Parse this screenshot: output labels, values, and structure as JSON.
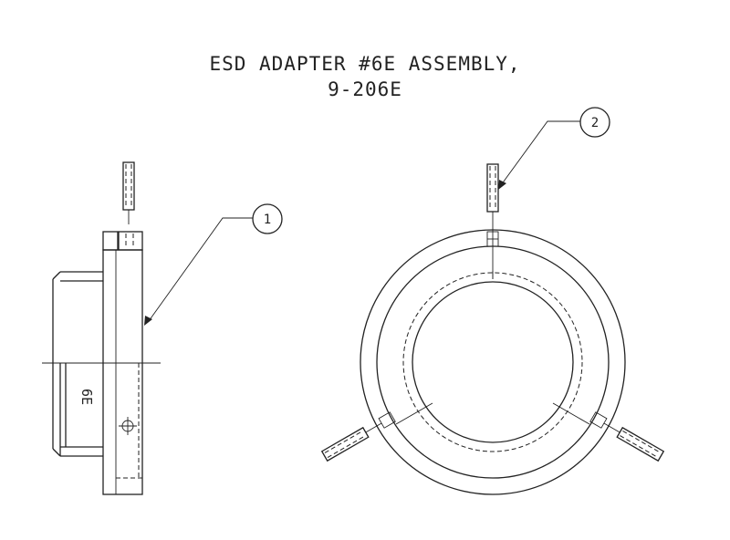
{
  "drawing": {
    "title_line_1": "ESD ADAPTER #6E ASSEMBLY,",
    "title_line_2": "9-206E",
    "part_marking": "6E",
    "balloons": [
      {
        "label": "1"
      },
      {
        "label": "2"
      }
    ]
  }
}
